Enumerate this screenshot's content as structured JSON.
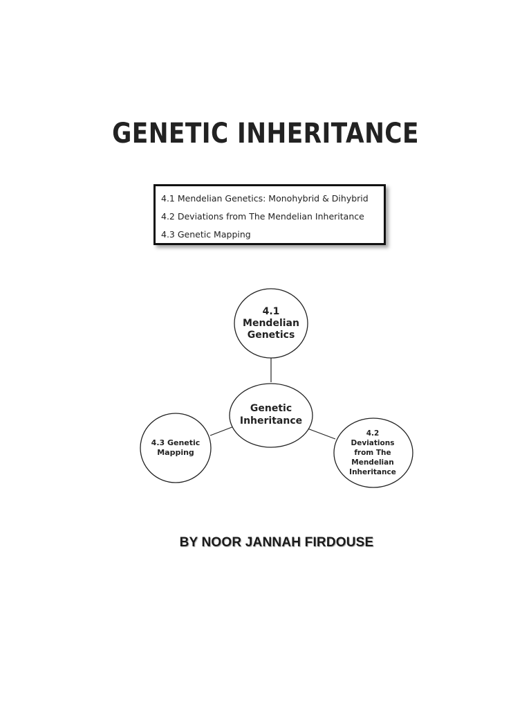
{
  "title": "GENETIC INHERITANCE",
  "contents": [
    "4.1 Mendelian Genetics: Monohybrid & Dihybrid",
    "4.2 Deviations from The Mendelian Inheritance",
    "4.3 Genetic Mapping"
  ],
  "diagram": {
    "center": [
      "Genetic",
      "Inheritance"
    ],
    "top": [
      "4.1",
      "Mendelian",
      "Genetics"
    ],
    "left": [
      "4.3 Genetic",
      "Mapping"
    ],
    "right": [
      "4.2",
      "Deviations",
      "from The",
      "Mendelian",
      "Inheritance"
    ]
  },
  "author": "BY NOOR JANNAH FIRDOUSE"
}
